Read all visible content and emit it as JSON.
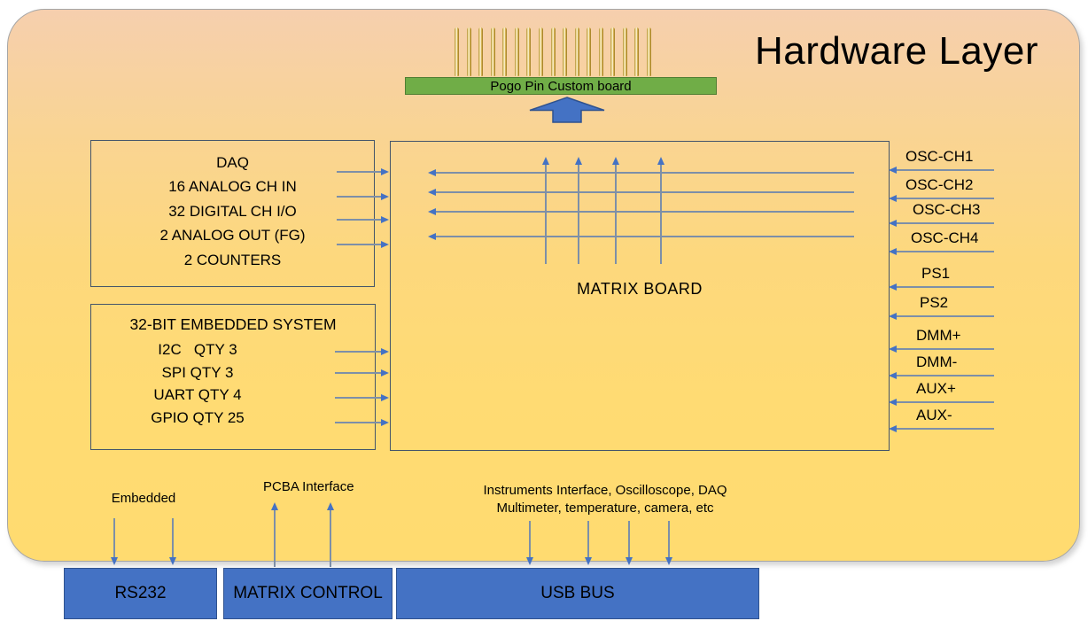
{
  "title": "Hardware Layer",
  "pogo_board": {
    "label": "Pogo Pin Custom board",
    "pin_count": 17
  },
  "daq_box": {
    "lines": [
      "DAQ",
      "16 ANALOG CH IN",
      "32 DIGITAL CH I/O",
      "2 ANALOG OUT (FG)",
      "2 COUNTERS"
    ]
  },
  "embedded_box": {
    "title": "32-BIT EMBEDDED SYSTEM",
    "lines": [
      "I2C   QTY 3",
      "SPI QTY 3",
      "UART QTY 4",
      "GPIO QTY 25"
    ]
  },
  "matrix_board": {
    "label": "MATRIX BOARD"
  },
  "right_ports": [
    {
      "label": "OSC-CH1"
    },
    {
      "label": "OSC-CH2"
    },
    {
      "label": "OSC-CH3"
    },
    {
      "label": "OSC-CH4"
    },
    {
      "label": "PS1"
    },
    {
      "label": "PS2"
    },
    {
      "label": "DMM+"
    },
    {
      "label": "DMM-"
    },
    {
      "label": "AUX+"
    },
    {
      "label": "AUX-"
    }
  ],
  "bottom": {
    "embedded_label": "Embedded",
    "pcba_label": "PCBA Interface",
    "instruments_line1": "Instruments Interface, Oscilloscope, DAQ",
    "instruments_line2": "Multimeter, temperature, camera, etc"
  },
  "buses": [
    {
      "label": "RS232"
    },
    {
      "label": "MATRIX CONTROL"
    },
    {
      "label": "USB BUS"
    }
  ],
  "colors": {
    "panel_top": "#f6cfae",
    "panel_bottom": "#ffdb70",
    "accent_blue": "#4472c4",
    "accent_blue_border": "#2f528f",
    "green": "#70ad47",
    "green_border": "#507e32",
    "box_border": "#44546a",
    "connector_line": "#7d8fa8",
    "panel_border": "#a6a6a6"
  }
}
